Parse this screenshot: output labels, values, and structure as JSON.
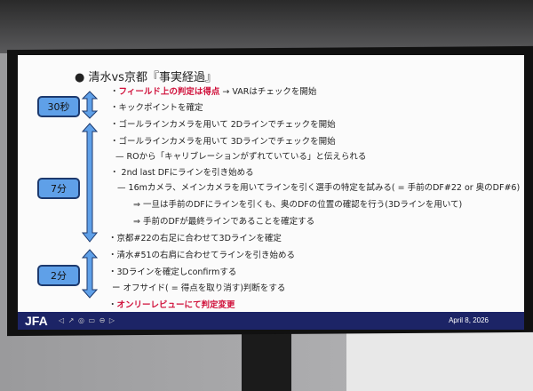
{
  "slide": {
    "title": "● 清水vs京都『事実経過』",
    "time_boxes": [
      "30秒",
      "7分",
      "2分"
    ],
    "lines": [
      {
        "pre": "・",
        "red": "フィールド上の判定は得点",
        "text": " → VARはチェックを開始"
      },
      {
        "text": "・キックポイントを確定"
      },
      {
        "text": "・ゴールラインカメラを用いて 2Dラインでチェックを開始"
      },
      {
        "text": "・ゴールラインカメラを用いて 3Dラインでチェックを開始"
      },
      {
        "text": "— ROから「キャリブレーションがずれていている」と伝えられる"
      },
      {
        "text": "・ 2nd last DFにラインを引き始める"
      },
      {
        "text": "— 16mカメラ、メインカメラを用いてラインを引く選手の特定を試みる( = 手前のDF#22 or 奥のDF#6)"
      },
      {
        "text": "⇒ 一旦は手前のDFにラインを引くも、奥のDFの位置の確認を行う(3Dラインを用いて)"
      },
      {
        "text": "⇒ 手前のDFが最終ラインであることを確定する"
      },
      {
        "text": "・京都#22の右足に合わせて3Dラインを確定"
      },
      {
        "text": "・清水#51の右肩に合わせてラインを引き始める"
      },
      {
        "text": "・3Dラインを確定しconfirmする"
      },
      {
        "text": "ー オフサイド( = 得点を取り消す)判断をする"
      },
      {
        "pre": "・",
        "red": "オンリーレビューにて判定変更"
      }
    ],
    "footer": {
      "logo": "JFA",
      "date": "April 8, 2026"
    }
  },
  "colors": {
    "accent_red": "#d0103a",
    "footer_navy": "#1c2466",
    "box_blue": "#5fa0e8"
  }
}
